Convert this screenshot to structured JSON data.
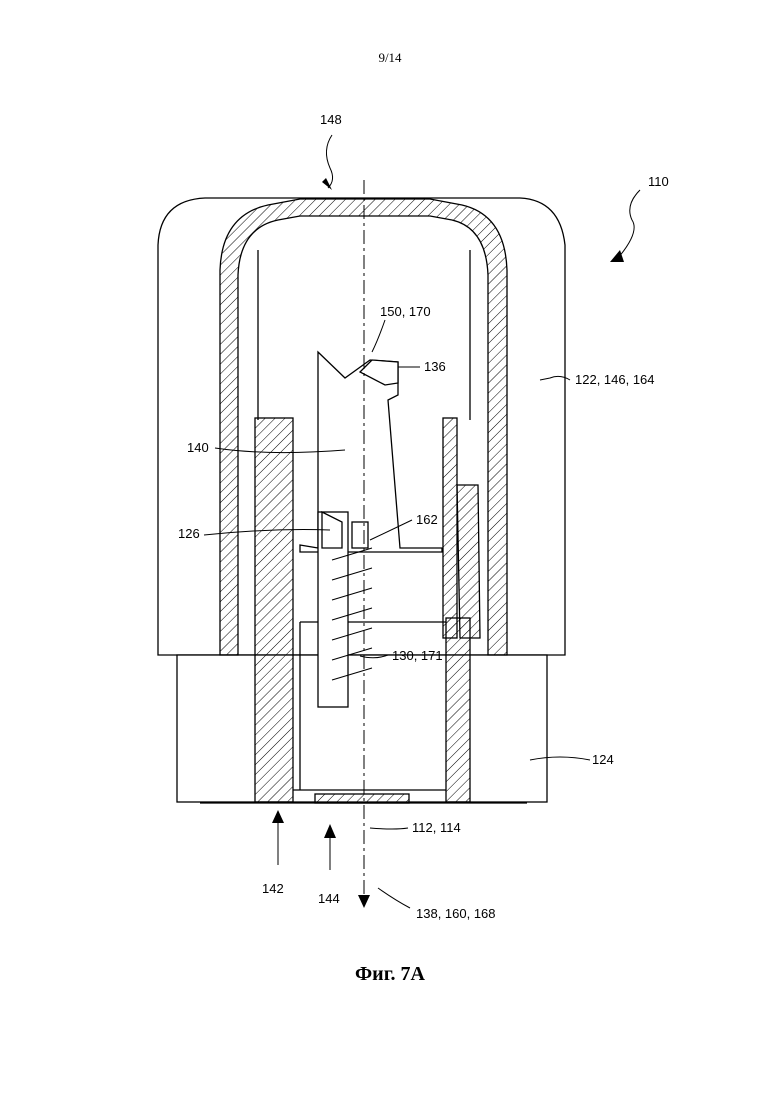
{
  "page": {
    "number": "9/14",
    "caption": "Фиг. 7A"
  },
  "references": {
    "r148": "148",
    "r110": "110",
    "r150_170": "150, 170",
    "r136": "136",
    "r122_146_164": "122, 146, 164",
    "r140": "140",
    "r126": "126",
    "r162": "162",
    "r130_171": "130, 171",
    "r124": "124",
    "r112_114": "112, 114",
    "r142": "142",
    "r144": "144",
    "r138_160_168": "138, 160, 168"
  }
}
